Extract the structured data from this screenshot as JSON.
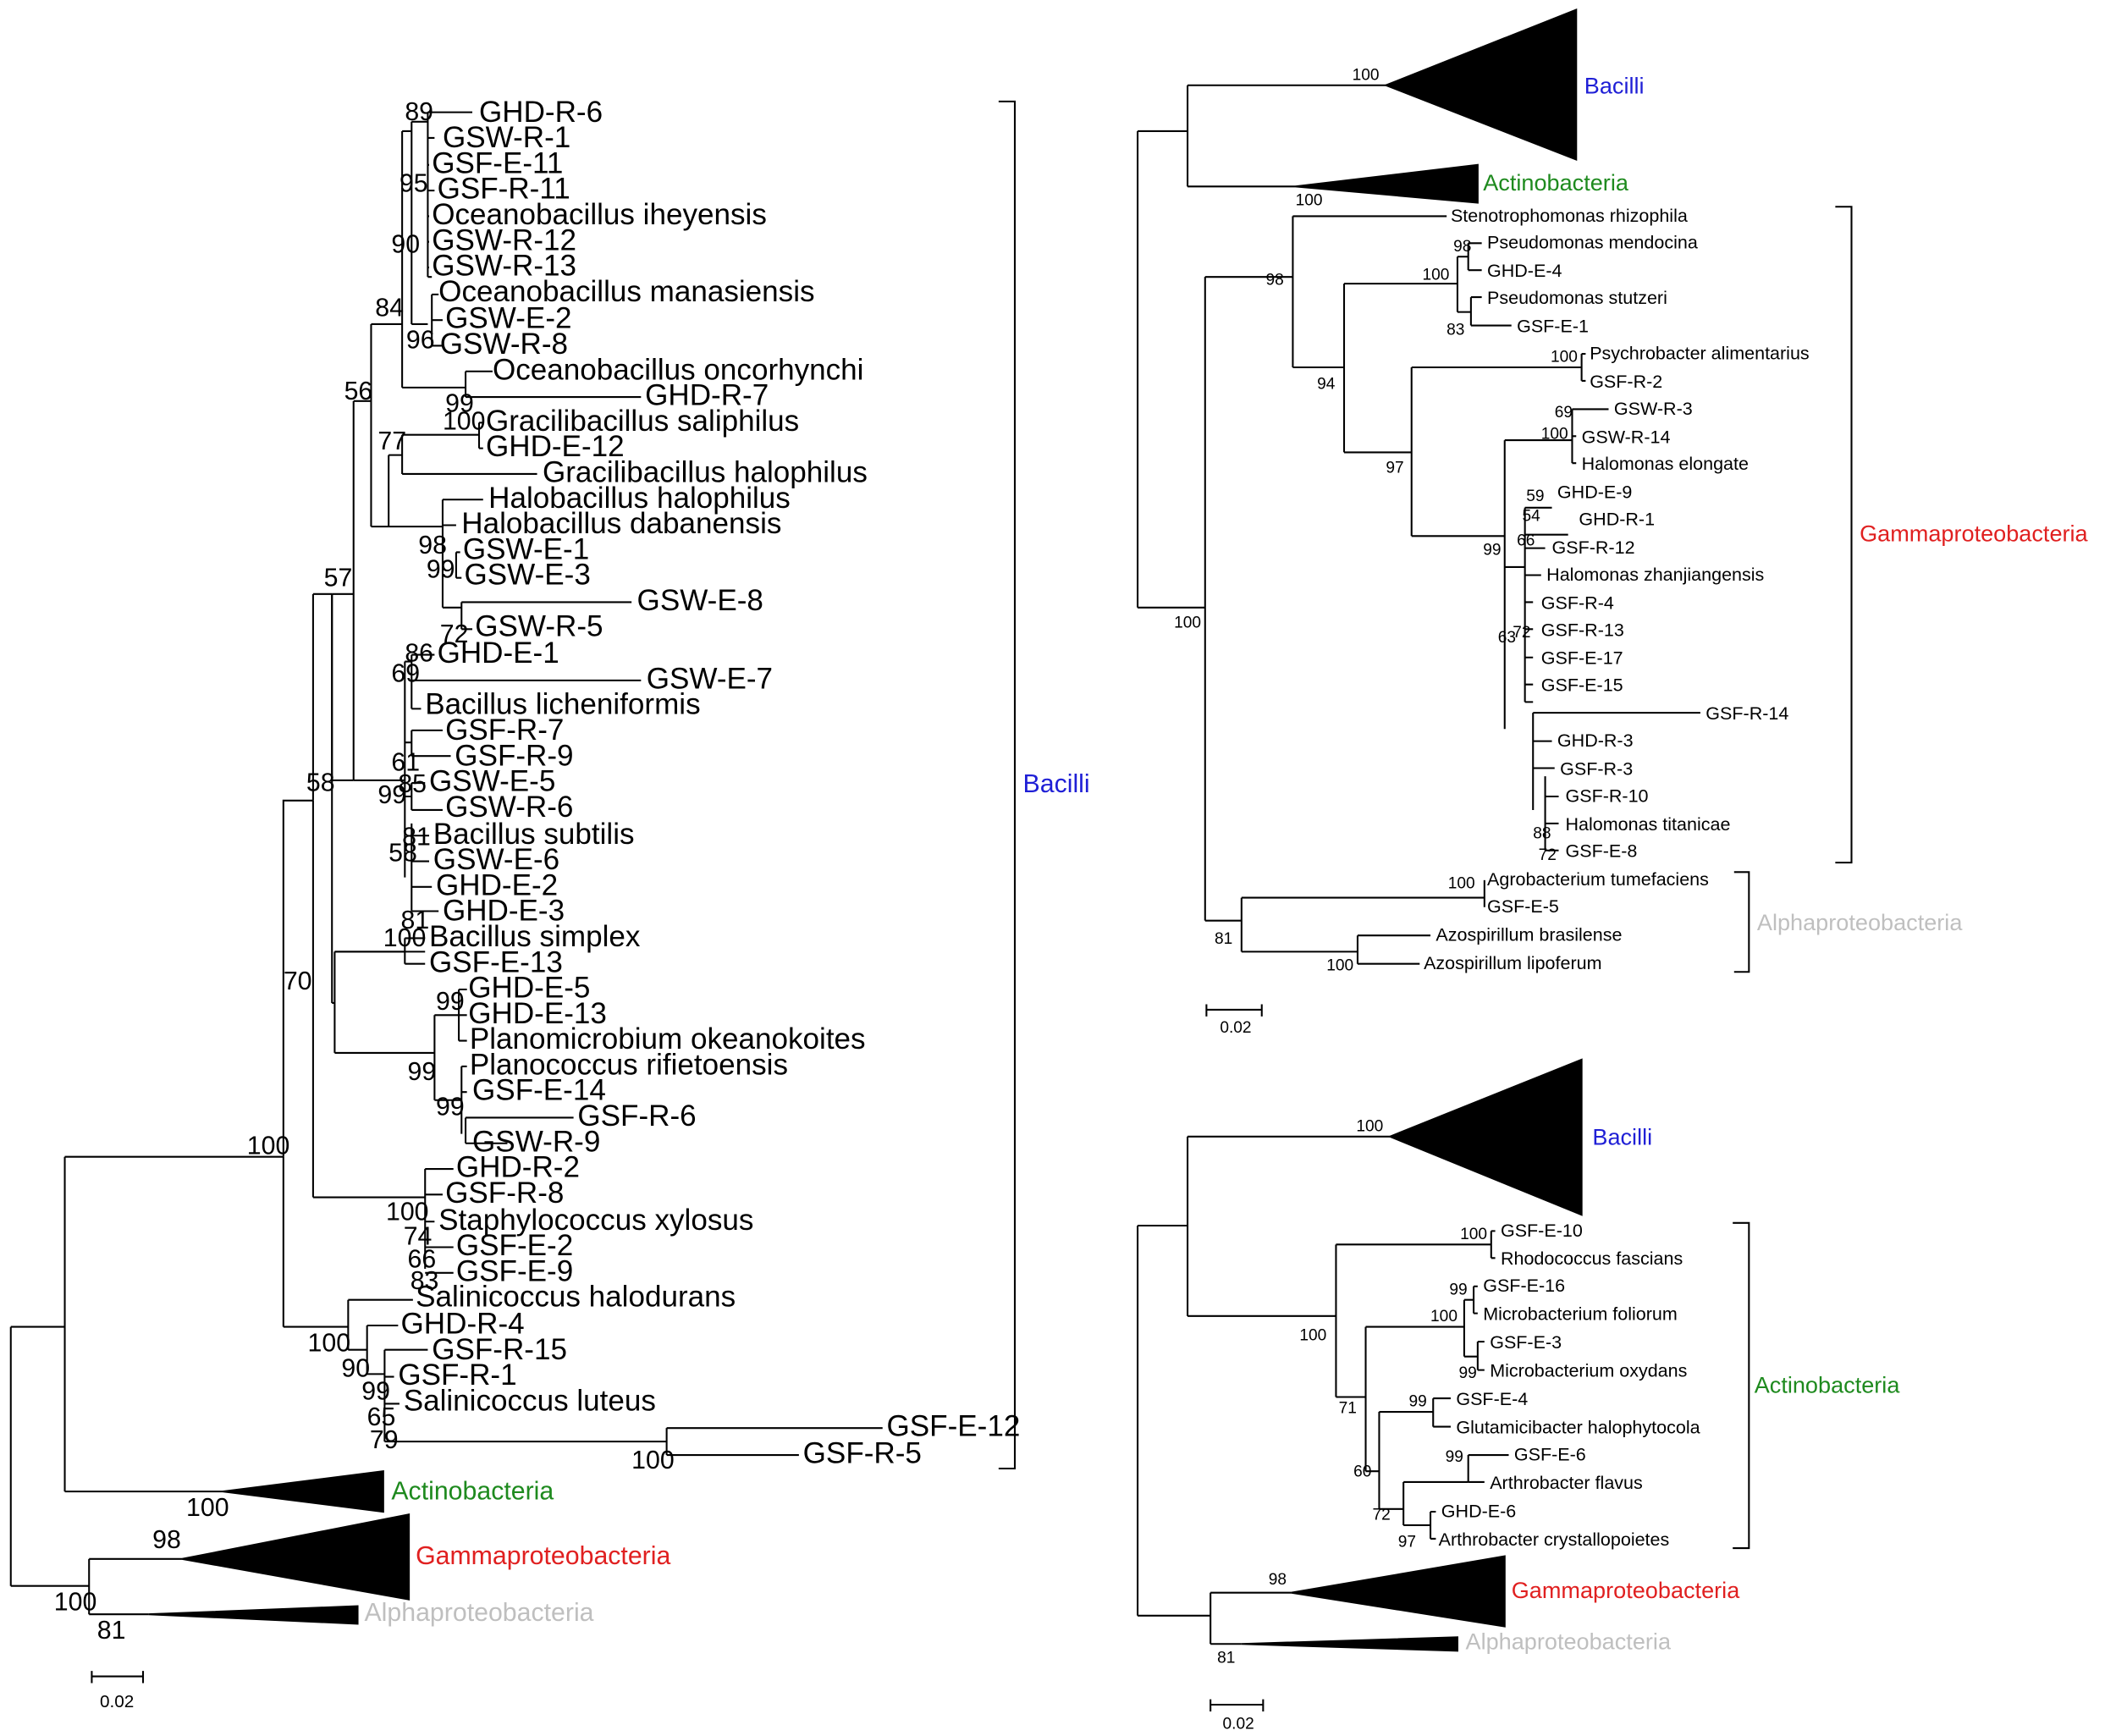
{
  "colors": {
    "bacilli": "#1f1fd6",
    "actinobacteria": "#1e8a1e",
    "gammaproteobacteria": "#e02020",
    "alphaproteobacteria": "#bfbfbf"
  },
  "panelA": {
    "leaves": [
      "GHD-R-6",
      "GSW-R-1",
      "GSF-E-11",
      "GSF-R-11",
      "Oceanobacillus iheyensis",
      "GSW-R-12",
      "GSW-R-13",
      "Oceanobacillus manasiensis",
      "GSW-E-2",
      "GSW-R-8",
      "Oceanobacillus oncorhynchi",
      "GHD-R-7",
      "Gracilibacillus saliphilus",
      "GHD-E-12",
      "Gracilibacillus halophilus",
      "Halobacillus halophilus",
      "Halobacillus dabanensis",
      "GSW-E-1",
      "GSW-E-3",
      "GSW-E-8",
      "GSW-R-5",
      "GHD-E-1",
      "GSW-E-7",
      "Bacillus licheniformis",
      "GSF-R-7",
      "GSF-R-9",
      "GSW-E-5",
      "GSW-R-6",
      "Bacillus subtilis",
      "GSW-E-6",
      "GHD-E-2",
      "GHD-E-3",
      "Bacillus simplex",
      "GSF-E-13",
      "GHD-E-5",
      "GHD-E-13",
      "Planomicrobium okeanokoites",
      "Planococcus rifietoensis",
      "GSF-E-14",
      "GSF-R-6",
      "GSW-R-9",
      "GHD-R-2",
      "GSF-R-8",
      "Staphylococcus xylosus",
      "GSF-E-2",
      "GSF-E-9",
      "Salinicoccus halodurans",
      "GHD-R-4",
      "GSF-R-15",
      "GSF-R-1",
      "Salinicoccus luteus",
      "GSF-E-12",
      "GSF-R-5"
    ],
    "bootstrap": [
      "89",
      "95",
      "90",
      "84",
      "96",
      "99",
      "56",
      "100",
      "77",
      "98",
      "99",
      "72",
      "57",
      "86",
      "69",
      "61",
      "99",
      "85",
      "81",
      "58",
      "81",
      "100",
      "58",
      "99",
      "99",
      "99",
      "70",
      "100",
      "100",
      "74",
      "66",
      "83",
      "100",
      "90",
      "99",
      "65",
      "79",
      "100",
      "100",
      "98",
      "100",
      "81"
    ],
    "clade_labels": [
      "Bacilli",
      "Actinobacteria",
      "Gammaproteobacteria",
      "Alphaproteobacteria"
    ],
    "scale": "0.02"
  },
  "panelB": {
    "clade_labels": [
      "Bacilli",
      "Actinobacteria",
      "Gammaproteobacteria",
      "Alphaproteobacteria"
    ],
    "leaves": [
      "Stenotrophomonas rhizophila",
      "Pseudomonas mendocina",
      "GHD-E-4",
      "Pseudomonas stutzeri",
      "GSF-E-1",
      "Psychrobacter alimentarius",
      "GSF-R-2",
      "GSW-R-3",
      "GSW-R-14",
      "Halomonas elongate",
      "GHD-E-9",
      "GHD-R-1",
      "GSF-R-12",
      "Halomonas zhanjiangensis",
      "GSF-R-4",
      "GSF-R-13",
      "GSF-E-17",
      "GSF-E-15",
      "GSF-R-14",
      "GHD-R-3",
      "GSF-R-3",
      "GSF-R-10",
      "Halomonas titanicae",
      "GSF-E-8",
      "Agrobacterium tumefaciens",
      "GSF-E-5",
      "Azospirillum brasilense",
      "Azospirillum lipoferum"
    ],
    "bootstrap": [
      "100",
      "100",
      "98",
      "98",
      "100",
      "83",
      "94",
      "100",
      "97",
      "69",
      "100",
      "59",
      "54",
      "99",
      "66",
      "63",
      "72",
      "88",
      "72",
      "100",
      "100",
      "81",
      "100"
    ],
    "scale": "0.02"
  },
  "panelC": {
    "clade_labels": [
      "Bacilli",
      "Actinobacteria",
      "Gammaproteobacteria",
      "Alphaproteobacteria"
    ],
    "leaves": [
      "GSF-E-10",
      "Rhodococcus fascians",
      "GSF-E-16",
      "Microbacterium foliorum",
      "GSF-E-3",
      "Microbacterium oxydans",
      "GSF-E-4",
      "Glutamicibacter halophytocola",
      "GSF-E-6",
      "Arthrobacter flavus",
      "GHD-E-6",
      "Arthrobacter crystallopoietes"
    ],
    "bootstrap": [
      "100",
      "100",
      "99",
      "100",
      "99",
      "99",
      "71",
      "60",
      "99",
      "72",
      "97",
      "98",
      "100",
      "81"
    ],
    "scale": "0.02"
  }
}
